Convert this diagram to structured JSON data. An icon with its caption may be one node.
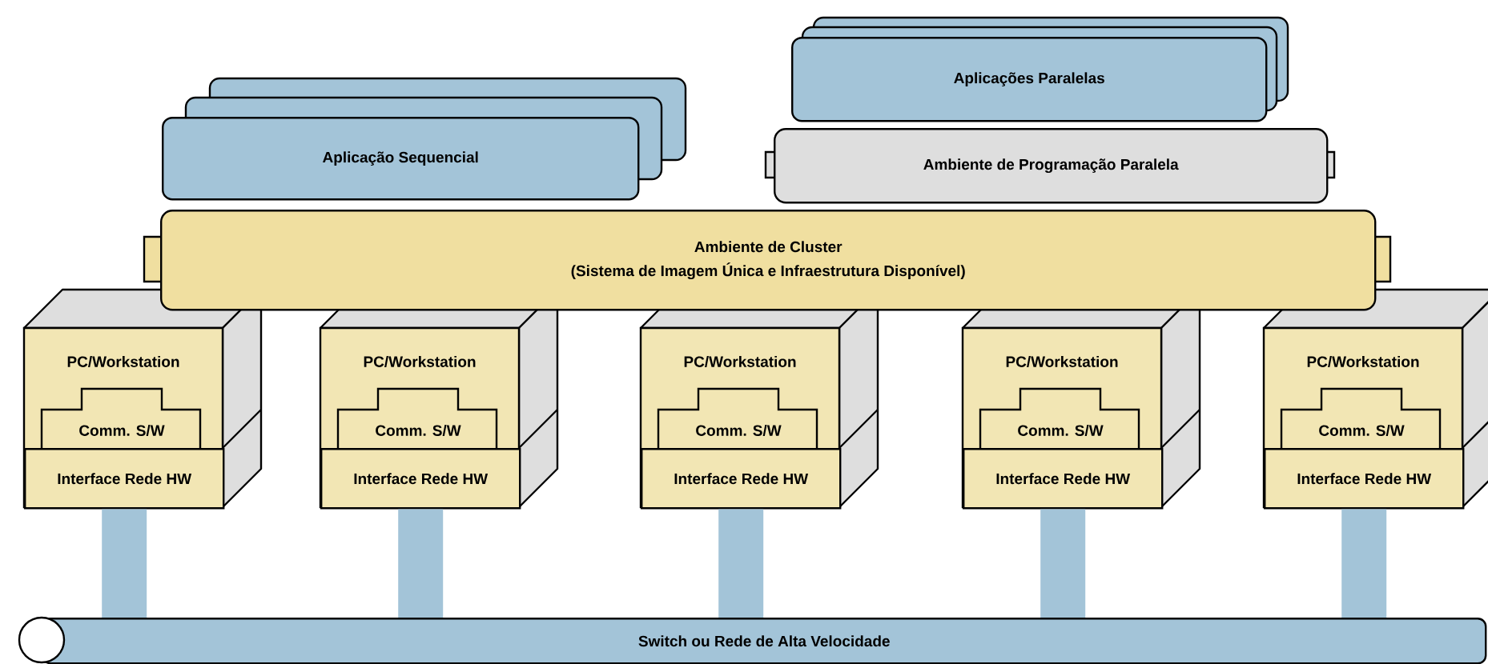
{
  "diagram": {
    "nodes": [
      {
        "text": [
          "Aplicação Sequencial"
        ]
      },
      {
        "text": [
          "Aplicações Paralelas"
        ]
      },
      {
        "text": [
          "Ambiente de Programação Paralela"
        ]
      },
      {
        "text": [
          "Ambiente de Cluster",
          "(Sistema de Imagem Única e Infraestrutura Disponível)"
        ]
      },
      {
        "text": [
          "PC/Workstation"
        ]
      },
      {
        "text": [
          "Comm. S/W"
        ],
        "in": 4
      },
      {
        "text": [
          "Interface Rede HW"
        ],
        "in": 4
      },
      {
        "text": [
          "PC/Workstation"
        ]
      },
      {
        "text": [
          "Comm. S/W"
        ],
        "in": 7
      },
      {
        "text": [
          "Interface Rede HW"
        ],
        "in": 7
      },
      {
        "text": [
          "PC/Workstation"
        ]
      },
      {
        "text": [
          "Comm. S/W"
        ],
        "in": 10
      },
      {
        "text": [
          "Interface Rede HW"
        ],
        "in": 10
      },
      {
        "text": [
          "PC/Workstation"
        ]
      },
      {
        "text": [
          "Comm. S/W"
        ],
        "in": 13
      },
      {
        "text": [
          "Interface Rede HW"
        ],
        "in": 13
      },
      {
        "text": [
          "PC/Workstation"
        ]
      },
      {
        "text": [
          "Comm. S/W"
        ],
        "in": 16
      },
      {
        "text": [
          "Interface Rede HW"
        ],
        "in": 16
      },
      {
        "text": [
          "Switch ou Rede de Alta Velocidade"
        ]
      }
    ],
    "edges": [
      {
        "from": 6,
        "to": 19,
        "arrow": "none"
      },
      {
        "from": 9,
        "to": 19,
        "arrow": "none"
      },
      {
        "from": 12,
        "to": 19,
        "arrow": "none"
      },
      {
        "from": 15,
        "to": 19,
        "arrow": "none"
      },
      {
        "from": 18,
        "to": 19,
        "arrow": "none"
      }
    ]
  }
}
